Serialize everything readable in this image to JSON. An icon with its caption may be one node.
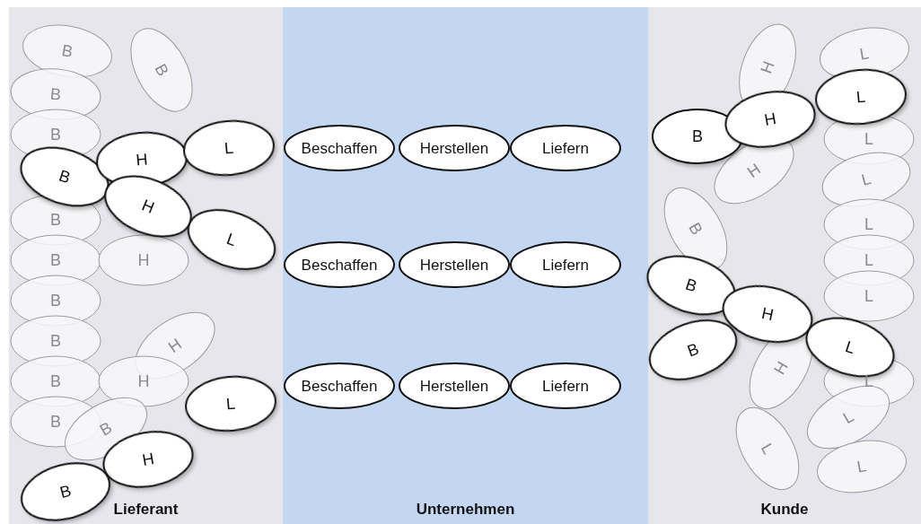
{
  "diagram": {
    "nodes": [
      {
        "text": [
          "Lieferant"
        ]
      },
      {
        "text": [
          "B"
        ],
        "in": 0
      },
      {
        "text": [
          "B"
        ],
        "in": 0
      },
      {
        "text": [
          "B"
        ],
        "in": 0
      },
      {
        "text": [
          "B"
        ],
        "in": 0
      },
      {
        "text": [
          "B"
        ],
        "in": 0
      },
      {
        "text": [
          "B"
        ],
        "in": 0
      },
      {
        "text": [
          "H"
        ],
        "in": 0
      },
      {
        "text": [
          "B"
        ],
        "in": 0
      },
      {
        "text": [
          "B"
        ],
        "in": 0
      },
      {
        "text": [
          "H"
        ],
        "in": 0
      },
      {
        "text": [
          "B"
        ],
        "in": 0
      },
      {
        "text": [
          "H"
        ],
        "in": 0
      },
      {
        "text": [
          "B"
        ],
        "in": 0
      },
      {
        "text": [
          "B"
        ],
        "in": 0
      },
      {
        "text": [
          "B"
        ],
        "in": 0
      },
      {
        "text": [
          "H"
        ],
        "in": 0
      },
      {
        "text": [
          "L"
        ],
        "in": 0
      },
      {
        "text": [
          "H"
        ],
        "in": 0
      },
      {
        "text": [
          "L"
        ],
        "in": 0
      },
      {
        "text": [
          "L"
        ],
        "in": 0
      },
      {
        "text": [
          "H"
        ],
        "in": 0
      },
      {
        "text": [
          "B"
        ],
        "in": 0
      },
      {
        "text": [
          "Unternehmen"
        ]
      },
      {
        "text": [
          "Beschaffen"
        ],
        "in": 23
      },
      {
        "text": [
          "Herstellen"
        ],
        "in": 23
      },
      {
        "text": [
          "Liefern"
        ],
        "in": 23
      },
      {
        "text": [
          "Beschaffen"
        ],
        "in": 23
      },
      {
        "text": [
          "Herstellen"
        ],
        "in": 23
      },
      {
        "text": [
          "Liefern"
        ],
        "in": 23
      },
      {
        "text": [
          "Beschaffen"
        ],
        "in": 23
      },
      {
        "text": [
          "Herstellen"
        ],
        "in": 23
      },
      {
        "text": [
          "Liefern"
        ],
        "in": 23
      },
      {
        "text": [
          "Kunde"
        ]
      },
      {
        "text": [
          "H"
        ],
        "in": 33
      },
      {
        "text": [
          "L"
        ],
        "in": 33
      },
      {
        "text": [
          "L"
        ],
        "in": 33
      },
      {
        "text": [
          "H"
        ],
        "in": 33
      },
      {
        "text": [
          "L"
        ],
        "in": 33
      },
      {
        "text": [
          "L"
        ],
        "in": 33
      },
      {
        "text": [
          "B"
        ],
        "in": 33
      },
      {
        "text": [
          "L"
        ],
        "in": 33
      },
      {
        "text": [
          "L"
        ],
        "in": 33
      },
      {
        "text": [
          "H"
        ],
        "in": 33
      },
      {
        "text": [
          "L"
        ],
        "in": 33
      },
      {
        "text": [
          "L"
        ],
        "in": 33
      },
      {
        "text": [
          "L"
        ],
        "in": 33
      },
      {
        "text": [
          "L"
        ],
        "in": 33
      },
      {
        "text": [
          "B"
        ],
        "in": 33
      },
      {
        "text": [
          "H"
        ],
        "in": 33
      },
      {
        "text": [
          "L"
        ],
        "in": 33
      },
      {
        "text": [
          "B"
        ],
        "in": 33
      },
      {
        "text": [
          "H"
        ],
        "in": 33
      },
      {
        "text": [
          "L"
        ],
        "in": 33
      },
      {
        "text": [
          "B"
        ],
        "in": 33
      }
    ]
  }
}
